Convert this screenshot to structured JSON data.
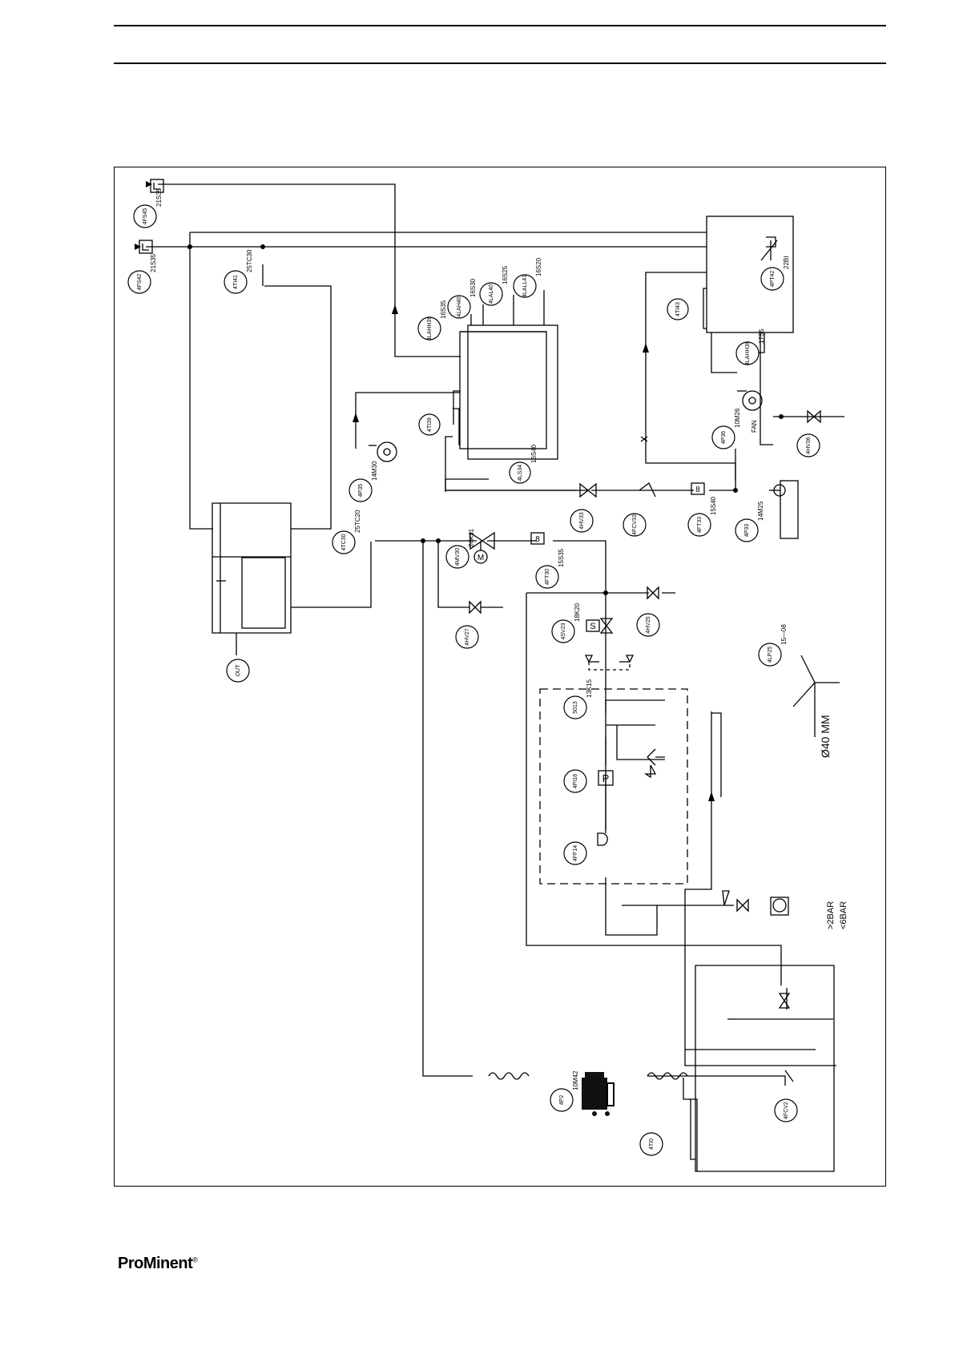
{
  "footer": {
    "brand": "ProMinent",
    "brand_mark": "®"
  },
  "instruments": [
    {
      "tag": "4FS45",
      "sub": "21S35"
    },
    {
      "tag": "4FS42",
      "sub": "21S35"
    },
    {
      "tag": "4TI41",
      "sub": "25TC30"
    },
    {
      "tag": "4LAHH39",
      "sub": "16S35"
    },
    {
      "tag": "4LAH40",
      "sub": "16S30"
    },
    {
      "tag": "4LAL40",
      "sub": "16S25"
    },
    {
      "tag": "4LALL41",
      "sub": "16S20"
    },
    {
      "tag": "4TI39",
      "sub": ""
    },
    {
      "tag": "4LS34",
      "sub": "16S40"
    },
    {
      "tag": "4P35",
      "sub": "14M30"
    },
    {
      "tag": "4TC30",
      "sub": "25TC20"
    },
    {
      "tag": "4MV30",
      "sub": "24K31"
    },
    {
      "tag": "4FT30",
      "sub": "15S35"
    },
    {
      "tag": "4HV33",
      "sub": ""
    },
    {
      "tag": "4FCV33",
      "sub": ""
    },
    {
      "tag": "4FT33",
      "sub": "15S40"
    },
    {
      "tag": "4P33",
      "sub": "14M25"
    },
    {
      "tag": "4TI43",
      "sub": ""
    },
    {
      "tag": "4PT42",
      "sub": "22BI"
    },
    {
      "tag": "4LAHH38",
      "sub": "17S5"
    },
    {
      "tag": "4P36",
      "sub": "10M26"
    },
    {
      "tag": "4HV36",
      "sub": ""
    },
    {
      "tag": "4HV27",
      "sub": ""
    },
    {
      "tag": "4SV23",
      "sub": "18K20"
    },
    {
      "tag": "4HV25",
      "sub": ""
    },
    {
      "tag": "4LP25",
      "sub": "15—08"
    },
    {
      "tag": "5013",
      "sub": "13K15"
    },
    {
      "tag": "4PI16",
      "sub": ""
    },
    {
      "tag": "4FF14",
      "sub": ""
    },
    {
      "tag": "4P2",
      "sub": "10M42"
    },
    {
      "tag": "4TI0",
      "sub": ""
    },
    {
      "tag": "4FCV2",
      "sub": ""
    },
    {
      "tag": "OUT",
      "sub": ""
    }
  ],
  "labels": {
    "fan": "FAN",
    "drain_size": "Ø40 MM",
    "pressure_min": ">2BAR",
    "pressure_max": "<6BAR",
    "pump_symbol": "P",
    "solenoid_symbol": "S",
    "motor_symbol": "M",
    "flow_symbol": "8"
  }
}
